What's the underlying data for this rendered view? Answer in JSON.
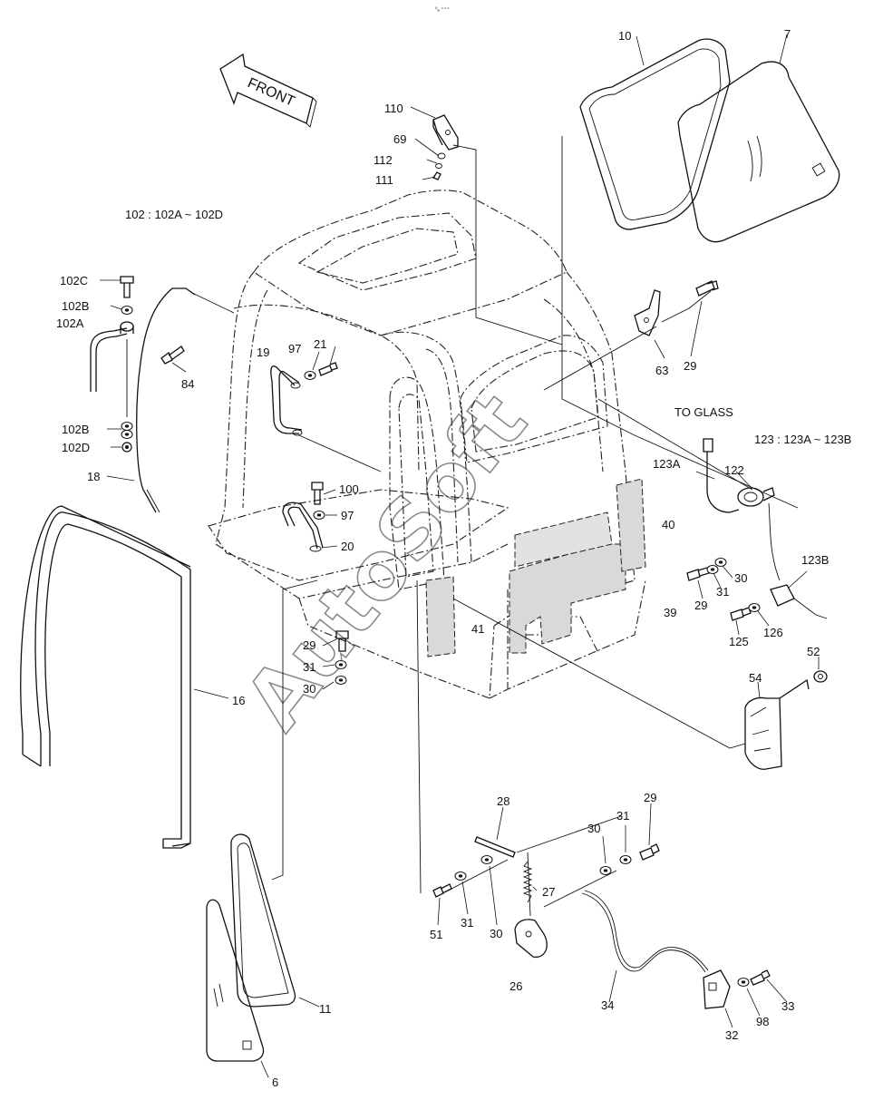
{
  "notes": {
    "top_mark": "⁰ₐ ⁼⁼⁼",
    "sub102": "102 : 102A ~ 102D",
    "sub123": "123 : 123A ~ 123B",
    "to_glass": "TO GLASS",
    "front": "FRONT"
  },
  "watermark": "AutoSoft",
  "labels": {
    "p10": "10",
    "p7": "7",
    "p110": "110",
    "p69": "69",
    "p112": "112",
    "p111": "111",
    "p102C": "102C",
    "p102B_top": "102B",
    "p102A": "102A",
    "p84": "84",
    "p102B_bot": "102B",
    "p102D": "102D",
    "p18": "18",
    "p19": "19",
    "p97_top": "97",
    "p21": "21",
    "p100": "100",
    "p97_mid": "97",
    "p20": "20",
    "p63": "63",
    "p29_top": "29",
    "p123A": "123A",
    "p122": "122",
    "p40": "40",
    "p123B": "123B",
    "p29_mid": "29",
    "p31_mid": "31",
    "p30_mid": "30",
    "p39": "39",
    "p125": "125",
    "p126": "126",
    "p41": "41",
    "p29_left": "29",
    "p31_left": "31",
    "p30_left": "30",
    "p16": "16",
    "p52": "52",
    "p54": "54",
    "p28": "28",
    "p29_bot": "29",
    "p31_bot": "31",
    "p30_bot": "30",
    "p27": "27",
    "p51": "51",
    "p31_low": "31",
    "p30_low": "30",
    "p26": "26",
    "p34": "34",
    "p32": "32",
    "p98": "98",
    "p33": "33",
    "p11": "11",
    "p6": "6"
  }
}
